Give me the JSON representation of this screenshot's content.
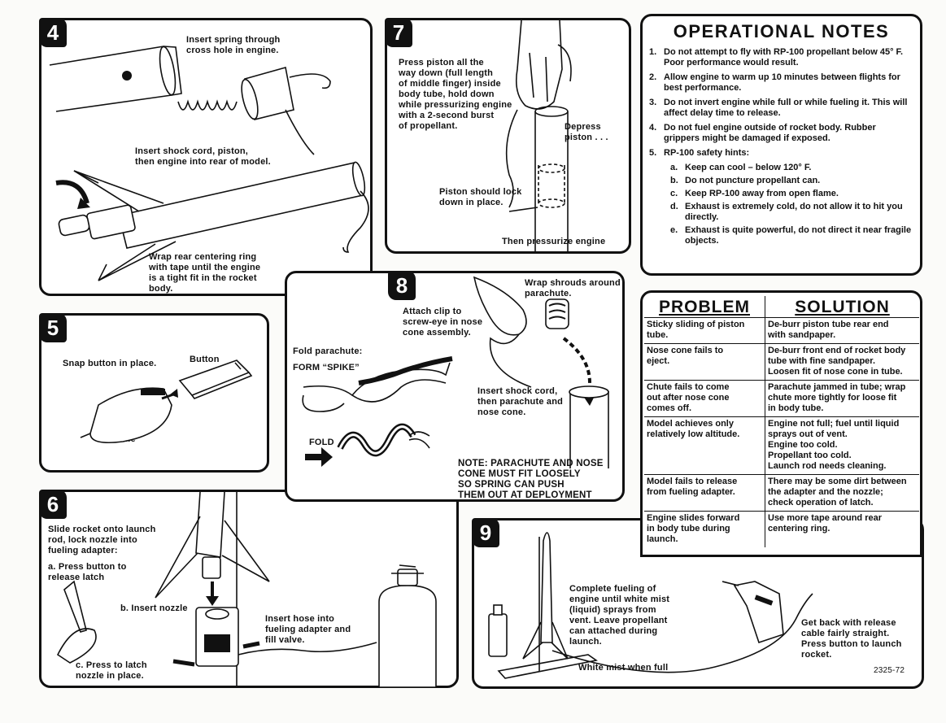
{
  "step4": {
    "number": "4",
    "insert_spring": "Insert spring through\ncross hole in engine.",
    "insert_shock": "Insert shock cord, piston,\nthen engine into rear of model.",
    "wrap_ring": "Wrap rear centering ring\nwith tape until the engine\nis a tight  fit in the rocket\nbody."
  },
  "step5": {
    "number": "5",
    "snap": "Snap button in place.",
    "button": "Button",
    "handle": "Handle"
  },
  "step6": {
    "number": "6",
    "slide": "Slide rocket onto launch\nrod, lock nozzle into\nfueling adapter:",
    "a": "a.  Press button to\n      release latch",
    "b": "b.  Insert nozzle",
    "c": "c.  Press to latch\n      nozzle in place.",
    "hose": "Insert hose into\nfueling adapter and\nfill valve."
  },
  "step7": {
    "number": "7",
    "press": "Press piston all the\nway down (full length\nof middle finger) inside\nbody tube, hold down\nwhile pressurizing engine\nwith a 2-second burst\nof propellant.",
    "depress": "Depress\npiston . . .",
    "lock": "Piston should lock\ndown in place.",
    "pressurize": "Then pressurize engine"
  },
  "step8": {
    "number": "8",
    "fold_parachute": "Fold parachute:",
    "form_spike": "FORM “SPIKE”",
    "fold": "FOLD",
    "attach_clip": "Attach clip to\nscrew-eye in nose\ncone assembly.",
    "wrap_shrouds": "Wrap shrouds around\nparachute.",
    "insert_cord": "Insert shock cord,\nthen parachute and\nnose cone.",
    "note": "NOTE:  PARACHUTE AND NOSE\nCONE MUST FIT LOOSELY\nSO SPRING CAN PUSH\nTHEM OUT AT DEPLOYMENT"
  },
  "step9": {
    "number": "9",
    "complete": "Complete fueling of\nengine until white mist\n(liquid) sprays from\nvent. Leave propellant\ncan attached during\nlaunch.",
    "white_mist": "White mist when full",
    "get_back": "Get back with release\ncable fairly straight.\nPress button to launch\nrocket.",
    "code": "2325-72"
  },
  "notes": {
    "title": "OPERATIONAL  NOTES",
    "items": [
      {
        "n": "1.",
        "text": "Do not attempt to fly with RP-100 propellant below 45° F. Poor performance would result."
      },
      {
        "n": "2.",
        "text": "Allow engine to warm up 10 minutes between flights for best performance."
      },
      {
        "n": "3.",
        "text": "Do not invert engine while full or while fueling it. This will affect delay time to release."
      },
      {
        "n": "4.",
        "text": "Do not fuel engine outside of rocket body. Rubber grippers might be damaged if exposed."
      },
      {
        "n": "5.",
        "text": "RP-100 safety hints:"
      }
    ],
    "hints": [
      {
        "n": "a.",
        "text": "Keep can cool – below 120° F."
      },
      {
        "n": "b.",
        "text": "Do not puncture propellant can."
      },
      {
        "n": "c.",
        "text": "Keep RP-100 away from open flame."
      },
      {
        "n": "d.",
        "text": "Exhaust is extremely cold, do not allow it to hit you directly."
      },
      {
        "n": "e.",
        "text": "Exhaust is quite powerful, do not direct it near fragile objects."
      }
    ]
  },
  "troubleshoot": {
    "problem_header": "PROBLEM",
    "solution_header": "SOLUTION",
    "rows": [
      {
        "problem": "Sticky sliding of piston\ntube.",
        "solution": "De-burr piston tube rear end\nwith sandpaper."
      },
      {
        "problem": "Nose cone fails to\neject.",
        "solution": "De-burr front end of rocket body\ntube with fine sandpaper.\nLoosen fit of nose cone in tube."
      },
      {
        "problem": "Chute fails to come\nout after nose cone\ncomes off.",
        "solution": "Parachute jammed in tube; wrap\nchute more tightly for loose fit\nin body tube."
      },
      {
        "problem": "Model achieves only\nrelatively low altitude.",
        "solution": "Engine not full; fuel until liquid\nsprays out of vent.\nEngine too cold.\nPropellant too cold.\nLaunch rod needs cleaning."
      },
      {
        "problem": "Model fails to release\nfrom fueling adapter.",
        "solution": "There may be some dirt between\nthe adapter and the nozzle;\ncheck operation of latch."
      },
      {
        "problem": "Engine slides forward\nin body tube during\nlaunch.",
        "solution": "Use more tape around rear\ncentering ring."
      }
    ]
  }
}
